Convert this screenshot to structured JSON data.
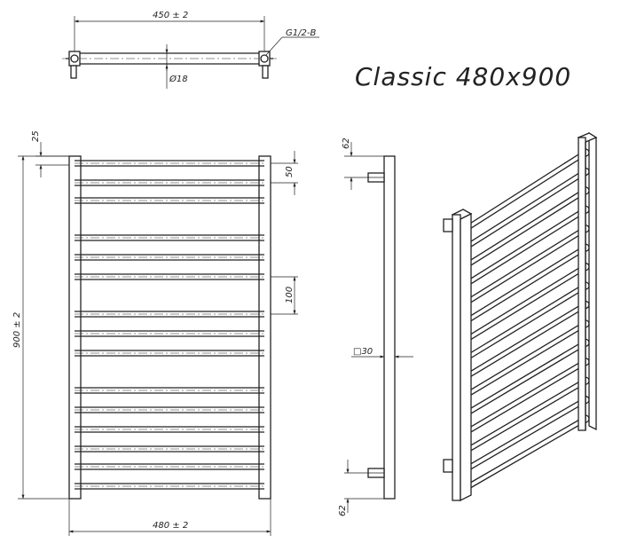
{
  "title": "Classic 480x900",
  "top_view": {
    "width_label": "450 ± 2",
    "thread_label": "G1/2-B",
    "diameter_label": "Ø18"
  },
  "front_view": {
    "top_offset_label": "25",
    "spacing_small_label": "50",
    "spacing_large_label": "100",
    "height_label": "900 ± 2",
    "width_label": "480 ± 2"
  },
  "side_view": {
    "top_label": "62",
    "section_label": "□30",
    "bottom_label": "62"
  }
}
